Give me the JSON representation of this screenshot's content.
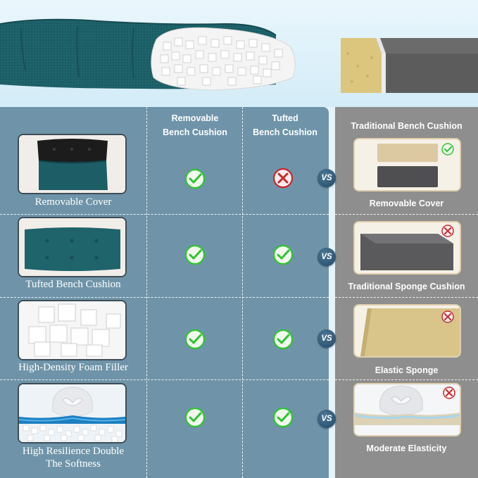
{
  "columns": {
    "removable": [
      "Removable",
      "Bench Cushion"
    ],
    "tufted": [
      "Tufted",
      "Bench Cushion"
    ],
    "traditional": "Traditional Bench Cushion"
  },
  "vs_label": "VS",
  "rows": [
    {
      "feature": "Removable Cover",
      "feature_lines": [
        "Removable Cover"
      ],
      "removable": "check",
      "tufted": "cross",
      "traditional_label": "Removable Cover",
      "traditional": "check"
    },
    {
      "feature": "Tufted Bench Cushion",
      "feature_lines": [
        "Tufted Bench Cushion"
      ],
      "removable": "check",
      "tufted": "check",
      "traditional_label": "Traditional Sponge Cushion",
      "traditional": "cross"
    },
    {
      "feature": "High-Density Foam Filler",
      "feature_lines": [
        "High-Density Foam Filler"
      ],
      "removable": "check",
      "tufted": "check",
      "traditional_label": "Elastic Sponge",
      "traditional": "cross"
    },
    {
      "feature": "High Resilience Double The Softness",
      "feature_lines": [
        "High Resilience Double",
        "The Softness"
      ],
      "removable": "check",
      "tufted": "check",
      "traditional_label": "Moderate Elasticity",
      "traditional": "cross"
    }
  ],
  "colors": {
    "teal_fabric": "#1d5d66",
    "panel_blue": "#6f94a9",
    "panel_gray": "#8e8e8e",
    "check_green": "#2fc42f",
    "cross_red": "#c8282e",
    "sponge_yellow": "#d9c48a"
  },
  "icons": [
    "check-circle-icon",
    "cross-circle-icon"
  ]
}
